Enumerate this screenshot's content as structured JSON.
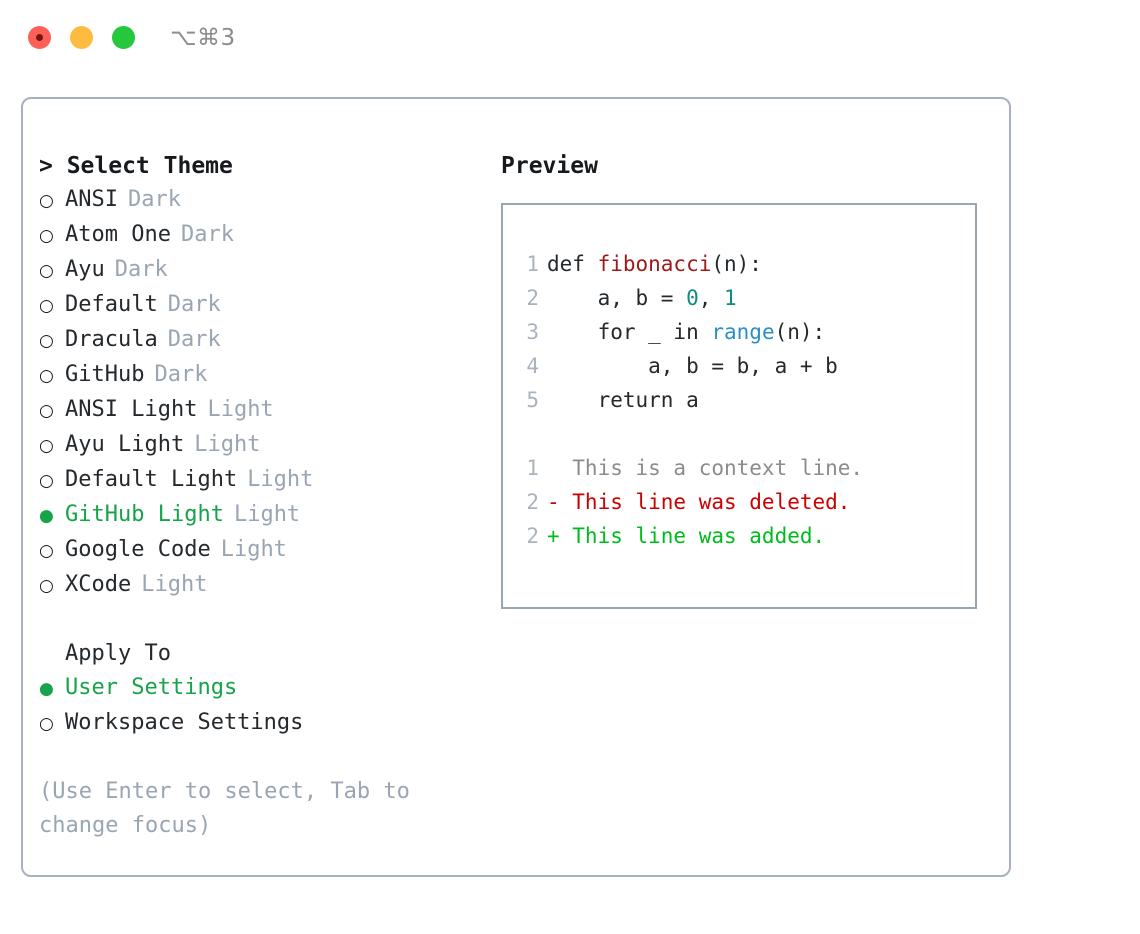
{
  "titlebar": {
    "shortcut": "⌥⌘3",
    "lights": [
      {
        "name": "close",
        "color": "#fc6058"
      },
      {
        "name": "minimize",
        "color": "#fdbc40"
      },
      {
        "name": "zoom",
        "color": "#25c73c"
      }
    ]
  },
  "theme_picker": {
    "heading": "> Select Theme",
    "selected_marker": "●",
    "unselected_marker": "○",
    "items": [
      {
        "marker": "○",
        "name": "ANSI",
        "tag": "Dark",
        "selected": false
      },
      {
        "marker": "○",
        "name": "Atom One",
        "tag": "Dark",
        "selected": false
      },
      {
        "marker": "○",
        "name": "Ayu",
        "tag": "Dark",
        "selected": false
      },
      {
        "marker": "○",
        "name": "Default",
        "tag": "Dark",
        "selected": false
      },
      {
        "marker": "○",
        "name": "Dracula",
        "tag": "Dark",
        "selected": false
      },
      {
        "marker": "○",
        "name": "GitHub",
        "tag": "Dark",
        "selected": false
      },
      {
        "marker": "○",
        "name": "ANSI Light",
        "tag": "Light",
        "selected": false
      },
      {
        "marker": "○",
        "name": "Ayu Light",
        "tag": "Light",
        "selected": false
      },
      {
        "marker": "○",
        "name": "Default Light",
        "tag": "Light",
        "selected": false
      },
      {
        "marker": "●",
        "name": "GitHub Light",
        "tag": "Light",
        "selected": true
      },
      {
        "marker": "○",
        "name": "Google Code",
        "tag": "Light",
        "selected": false
      },
      {
        "marker": "○",
        "name": "XCode",
        "tag": "Light",
        "selected": false
      }
    ]
  },
  "apply_to": {
    "title": "Apply To",
    "items": [
      {
        "marker": "●",
        "label": "User Settings",
        "selected": true
      },
      {
        "marker": "○",
        "label": "Workspace Settings",
        "selected": false
      }
    ]
  },
  "hint": "(Use Enter to select, Tab to change focus)",
  "preview": {
    "heading": "Preview",
    "code": [
      {
        "lineno": "1",
        "parts": [
          {
            "text": "def ",
            "token": "plain"
          },
          {
            "text": "fibonacci",
            "token": "function"
          },
          {
            "text": "(n):",
            "token": "plain"
          }
        ]
      },
      {
        "lineno": "2",
        "parts": [
          {
            "text": "    a, b = ",
            "token": "plain"
          },
          {
            "text": "0",
            "token": "number"
          },
          {
            "text": ", ",
            "token": "plain"
          },
          {
            "text": "1",
            "token": "number"
          }
        ]
      },
      {
        "lineno": "3",
        "parts": [
          {
            "text": "    for _ in ",
            "token": "plain"
          },
          {
            "text": "range",
            "token": "builtin"
          },
          {
            "text": "(n):",
            "token": "plain"
          }
        ]
      },
      {
        "lineno": "4",
        "parts": [
          {
            "text": "        a, b = b, a + b",
            "token": "plain"
          }
        ]
      },
      {
        "lineno": "5",
        "parts": [
          {
            "text": "    return a",
            "token": "plain"
          }
        ]
      }
    ],
    "diff": [
      {
        "lineno": "1",
        "marker": " ",
        "text": "  This is a context line.",
        "kind": "context"
      },
      {
        "lineno": "2",
        "marker": "-",
        "text": "- This line was deleted.",
        "kind": "deleted"
      },
      {
        "lineno": "2",
        "marker": "+",
        "text": "+ This line was added.",
        "kind": "added"
      }
    ]
  },
  "colors": {
    "accent_green": "#16a34a",
    "border": "#a7b1c0",
    "muted": "#9aa5b4",
    "code_function": "#9e1a1a",
    "code_number": "#0f8b80",
    "code_builtin": "#2b8fc7",
    "diff_deleted": "#cc0000",
    "diff_added": "#00bb1e"
  }
}
